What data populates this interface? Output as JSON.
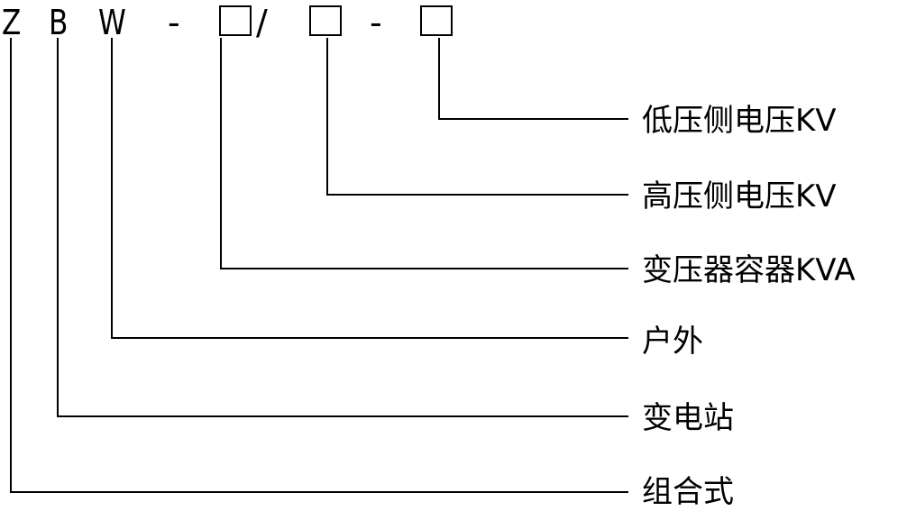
{
  "code": {
    "letter_1": "Z",
    "letter_2": "B",
    "letter_3": "W",
    "dash_1": "-",
    "slash": "/",
    "dash_2": "-"
  },
  "labels": {
    "low_voltage": "低压侧电压KV",
    "high_voltage": "高压侧电压KV",
    "capacity": "变压器容器KVA",
    "outdoor": "户外",
    "substation": "变电站",
    "combined": "组合式"
  }
}
